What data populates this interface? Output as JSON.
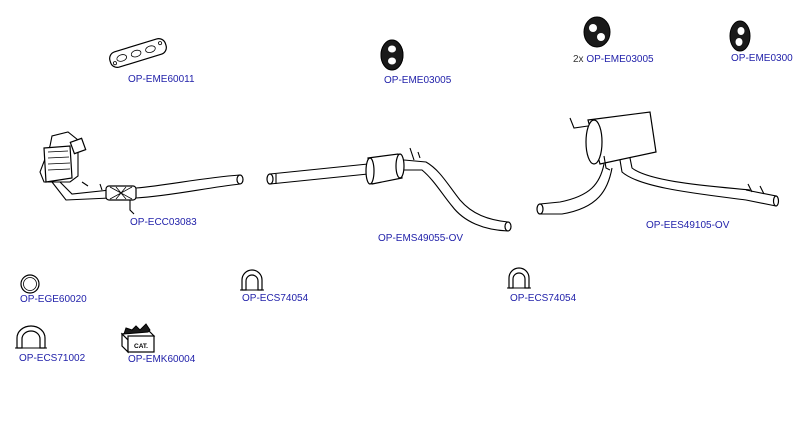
{
  "parts": [
    {
      "id": "gasket-manifold",
      "code": "OP-EME60011"
    },
    {
      "id": "hanger-rubber-center",
      "code": "OP-EME03005"
    },
    {
      "id": "hanger-rubber-pair",
      "qty": "2x",
      "code": "OP-EME03005"
    },
    {
      "id": "hanger-rubber-right",
      "code": "OP-EME0300"
    },
    {
      "id": "catalytic-converter",
      "code": "OP-ECC03083"
    },
    {
      "id": "middle-silencer",
      "code": "OP-EMS49055-OV"
    },
    {
      "id": "rear-silencer",
      "code": "OP-EES49105-OV"
    },
    {
      "id": "gasket-ring",
      "code": "OP-EGE60020"
    },
    {
      "id": "clamp-left",
      "code": "OP-ECS74054"
    },
    {
      "id": "clamp-right",
      "code": "OP-ECS74054"
    },
    {
      "id": "clamp-large",
      "code": "OP-ECS71002"
    },
    {
      "id": "mounting-kit",
      "code": "OP-EMK60004",
      "box_text": "CAT."
    }
  ]
}
